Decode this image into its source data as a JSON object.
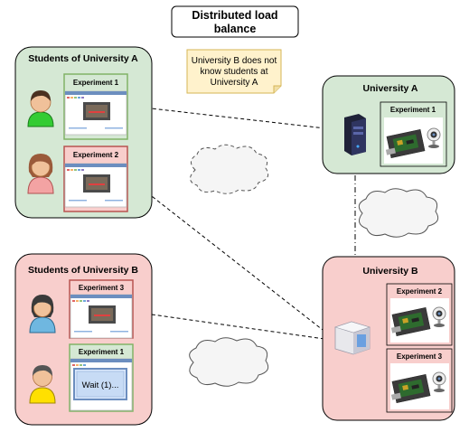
{
  "title": {
    "line1": "Distributed load",
    "line2": "balance"
  },
  "note": {
    "line1": "University B does not",
    "line2": "know students at",
    "line3": "University A"
  },
  "groups": {
    "students_a": "Students of University A",
    "students_b": "Students of University B",
    "university_a": "University A",
    "university_b": "University B"
  },
  "screens": {
    "a1": "Experiment 1",
    "a2": "Experiment 2",
    "b3": "Experiment 3",
    "b1": "Experiment 1",
    "ua1": "Experiment 1",
    "ub2": "Experiment 2",
    "ub3": "Experiment 3"
  },
  "wait_button": "Wait (1)...",
  "colors": {
    "green_fill": "#d5e8d4",
    "green_stroke": "#82b366",
    "red_fill": "#f8cecc",
    "red_stroke": "#b85450",
    "note_fill": "#fff2cc",
    "note_stroke": "#d6b656"
  },
  "icons": [
    "student-green-icon",
    "student-red-icon",
    "student-blue-icon",
    "student-yellow-icon",
    "server-tower-icon",
    "server-box-icon",
    "lab-board-icon",
    "webcam-icon",
    "cloud-icon"
  ]
}
